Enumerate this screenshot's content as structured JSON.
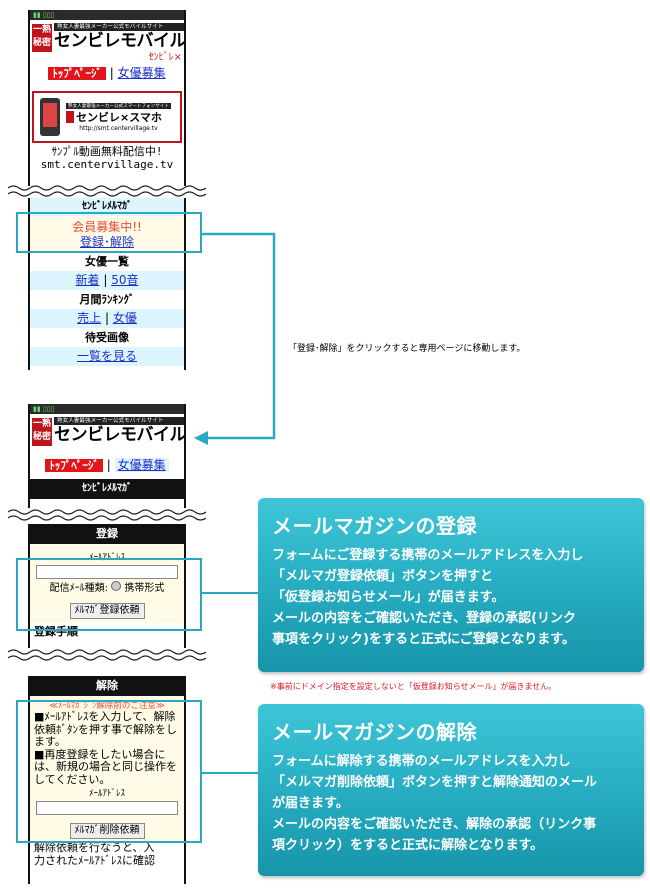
{
  "phone1": {
    "logo_mark": "一 熟 秘 密",
    "logo_sub": "熟女人妻最強メーカー公式モバイルサイト",
    "logo_main": "センビレモバイル",
    "marquee": "ｾﾝﾋﾞﾚ×",
    "nav_top": "ﾄｯﾌﾟﾍﾟｰｼﾞ",
    "nav_sep": "|",
    "nav_actress": "女優募集",
    "banner_sub": "熟女人妻最強メーカー公式スマートフォンサイト",
    "banner_main": "センビレ×スマホ",
    "banner_url": "http://smt.centervillage.tv",
    "sample_line": "ｻﾝﾌﾟﾙ動画無料配信中!",
    "url_line": "smt.centervillage.tv",
    "mailmag": "ｾﾝﾋﾞﾚﾒﾙﾏｶﾞ",
    "member_recruit": "会員募集中!!",
    "register_cancel": "登録･解除",
    "actress_list": "女優一覧",
    "new_arrivals": "新着",
    "fifty_sound": "50音",
    "monthly_ranking": "月間ﾗﾝｷﾝｸﾞ",
    "sales": "売上",
    "actress": "女優",
    "wallpaper": "待受画像",
    "view_list": "一覧を見る"
  },
  "phone2": {
    "logo_sub": "熟女人妻最強メーカー公式モバイルサイト",
    "logo_main": "センビレモバイル",
    "nav_top": "ﾄｯﾌﾟﾍﾟｰｼﾞ",
    "nav_sep": "|",
    "nav_actress": "女優募集",
    "mailmag": "ｾﾝﾋﾞﾚﾒﾙﾏｶﾞ",
    "register_header": "登録",
    "mail_address_label": "ﾒｰﾙｱﾄﾞﾚｽ",
    "mail_type_label": "配信ﾒｰﾙ種類:",
    "mail_type_value": "携帯形式",
    "register_button": "ﾒﾙﾏｶﾞ登録依頼",
    "register_steps": "登録手順",
    "cancel_header": "解除",
    "cancel_notice_title": "≪ﾒｰﾙﾏｶﾞｼﾞﾝ解除前のご注意≫",
    "cancel_notice_1": "■ﾒｰﾙｱﾄﾞﾚｽを入力して、解除依頼ﾎﾞﾀﾝを押す事で解除をします。",
    "cancel_notice_2": "■再度登録をしたい場合には、新規の場合と同じ操作をしてください。",
    "cancel_mail_label": "ﾒｰﾙｱﾄﾞﾚｽ",
    "cancel_button": "ﾒﾙﾏｶﾞ削除依頼",
    "cancel_after_1": "解除依頼を行なうと、入",
    "cancel_after_2": "力されたﾒｰﾙｱﾄﾞﾚｽに確認"
  },
  "caption": "「登録･解除」をクリックすると専用ページに移動します。",
  "register_card": {
    "title": "メールマガジンの登録",
    "line1": "フォームにご登録する携帯のメールアドレスを入力し",
    "line2": "「メルマガ登録依頼」ボタンを押すと",
    "line3": "「仮登録お知らせメール」が届きます。",
    "line4": "メールの内容をご確認いただき、登録の承認(リンク",
    "line5": "事項をクリック)をすると正式にご登録となります。"
  },
  "register_note": "※事前にドメイン指定を設定しないと「仮登録お知らせメール」が届きません。",
  "cancel_card": {
    "title": "メールマガジンの解除",
    "line1": "フォームに解除する携帯のメールアドレスを入力し",
    "line2": "「メルマガ削除依頼」ボタンを押すと解除通知のメール",
    "line3": "が届きます。",
    "line4": "メールの内容をご確認いただき、解除の承認（リンク事",
    "line5": "項クリック）をすると正式に解除となります。"
  },
  "colors": {
    "accent_teal": "#29a9c1",
    "card_gradient_top": "#3ec6d8",
    "brand_red": "#e4141b",
    "link_blue": "#1c31c8"
  }
}
